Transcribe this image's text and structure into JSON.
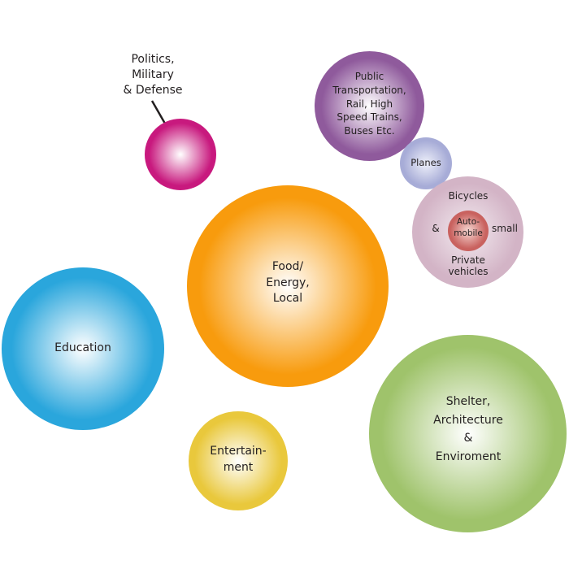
{
  "diagram": {
    "type": "bubble-diagram",
    "bubbles": [
      {
        "id": "politics",
        "label_lines": [
          "Politics,",
          "Military",
          "& Defense"
        ],
        "color": "#c8197e",
        "highlight": "#ffffff",
        "label_position": "outside-top-left",
        "has_leader_line": true
      },
      {
        "id": "public-transportation",
        "label_lines": [
          "Public",
          "Transportation,",
          "Rail, High",
          "Speed Trains,",
          "Buses Etc."
        ],
        "color": "#8f5a9c",
        "highlight": "#ffffff"
      },
      {
        "id": "planes",
        "label_lines": [
          "Planes"
        ],
        "color": "#a7acd7",
        "highlight": "#eef0fa"
      },
      {
        "id": "bicycles-private-vehicles",
        "label_lines": [
          "Bicycles",
          "&",
          "small",
          "Private",
          "vehicles"
        ],
        "color": "#d3b4c6",
        "highlight": "#f3ebf0"
      },
      {
        "id": "automobile",
        "label_lines": [
          "Auto-",
          "mobile"
        ],
        "color": "#c9625f",
        "highlight": "#f5d7d2",
        "nested_in": "bicycles-private-vehicles"
      },
      {
        "id": "food-energy-local",
        "label_lines": [
          "Food/",
          "Energy,",
          "Local"
        ],
        "color": "#f89b0d",
        "highlight": "#ffffff"
      },
      {
        "id": "education",
        "label_lines": [
          "Education"
        ],
        "color": "#2aa6dc",
        "highlight": "#ffffff"
      },
      {
        "id": "entertainment",
        "label_lines": [
          "Entertain-",
          "ment"
        ],
        "color": "#e9c83c",
        "highlight": "#ffffff"
      },
      {
        "id": "shelter",
        "label_lines": [
          "Shelter,",
          "Architecture",
          "&",
          "Enviroment"
        ],
        "color": "#9fc36b",
        "highlight": "#ffffff"
      }
    ]
  }
}
